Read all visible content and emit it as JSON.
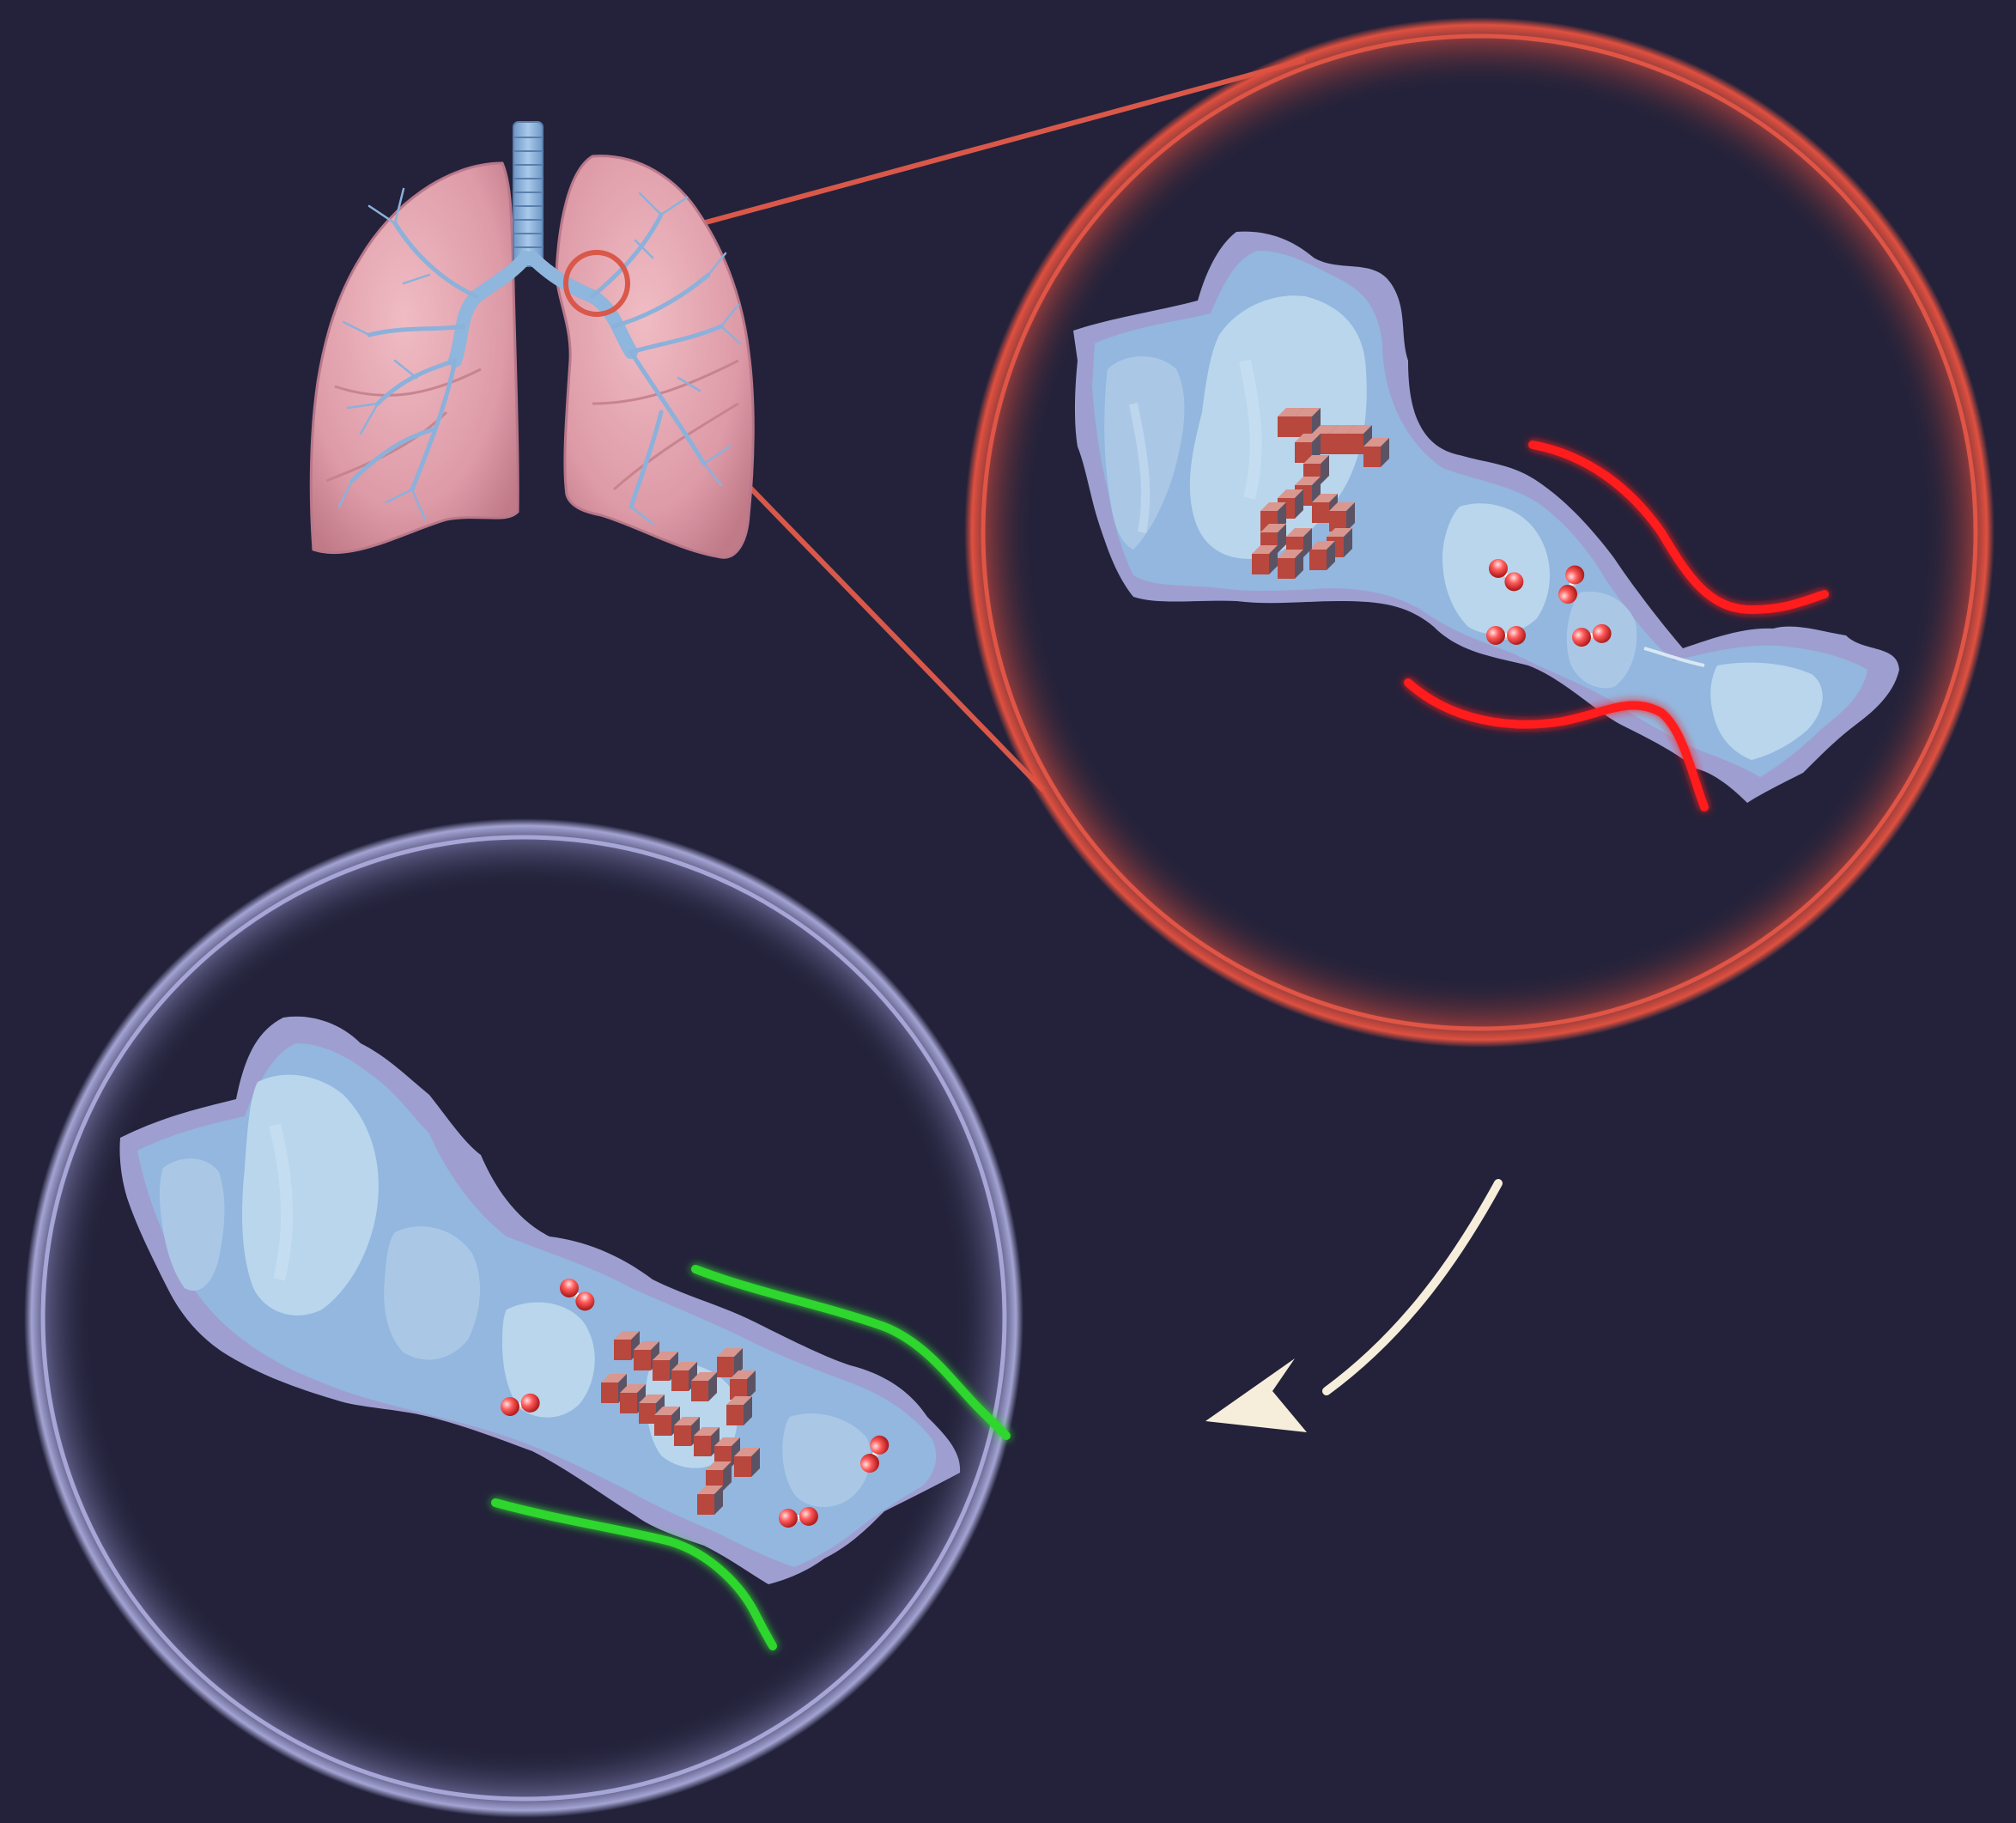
{
  "figure": {
    "background": "#23223a",
    "colors": {
      "lung_tissue": "#e2a3ae",
      "lung_edge": "#c98391",
      "bronchi": "#8fb6dc",
      "callout_ring": "#d9584a",
      "diseased_ring_glow": "#e0503f",
      "healthy_ring_glow": "#a4a4d4",
      "airway_light": "#b9d6ec",
      "airway_mid": "#93b7df",
      "airway_shadow": "#9e9fd0",
      "inflamed_vessel": "#ff1a1a",
      "healthy_vessel": "#2fd62f",
      "molecule_red": "#e83a3a",
      "block_red": "#b8473e",
      "block_dark": "#5b5364",
      "arrow": "#f6eedb"
    },
    "icons": [
      "lungs-icon",
      "callout-circle-icon",
      "airway-segment-icon",
      "oxygen-molecule-icon",
      "antibody-block-icon",
      "blood-vessel-icon",
      "curved-arrow-icon"
    ],
    "inflamed_airway": {
      "oxygen_molecules": 4,
      "vessel_state": "inflamed"
    },
    "healthy_airway": {
      "oxygen_molecules": 4,
      "vessel_state": "healthy"
    }
  }
}
